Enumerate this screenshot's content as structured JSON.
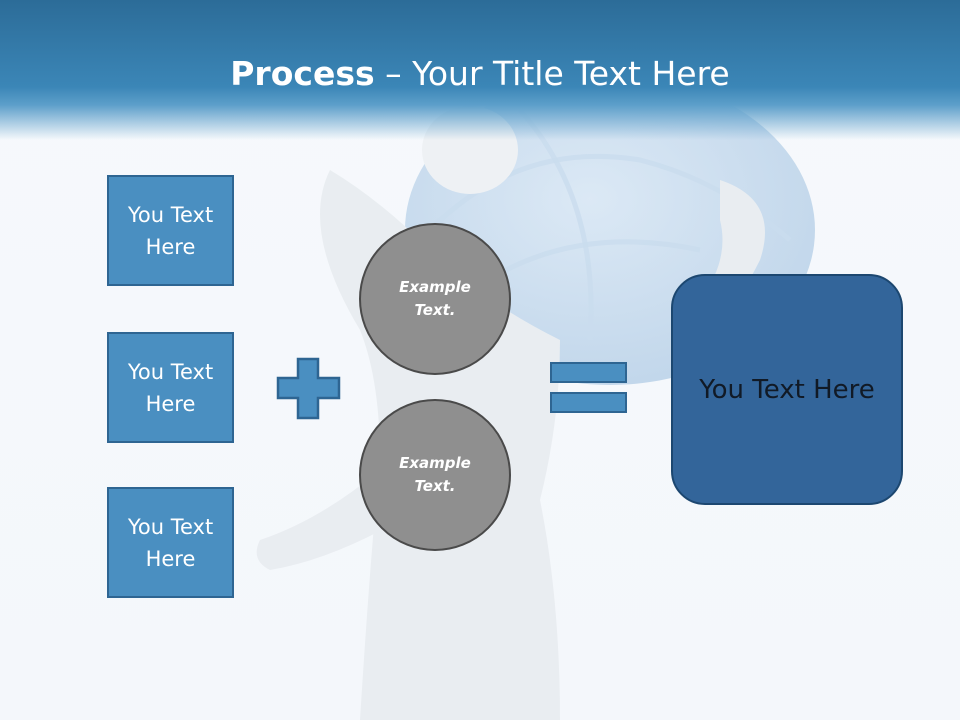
{
  "slide": {
    "title_bold": "Process",
    "title_rest": " – Your Title Text Here",
    "boxes": [
      "You Text Here",
      "You Text Here",
      "You Text Here"
    ],
    "circles": [
      "Example Text.",
      "Example Text."
    ],
    "result": "You Text Here"
  },
  "colors": {
    "header": "#3b86b7",
    "box_fill": "#4a8fc1",
    "circle_fill": "#8f8f8f",
    "result_fill": "#33659a"
  },
  "icons": {
    "background": "person-carrying-globe",
    "operator_1": "plus-sign",
    "operator_2": "equals-sign"
  }
}
